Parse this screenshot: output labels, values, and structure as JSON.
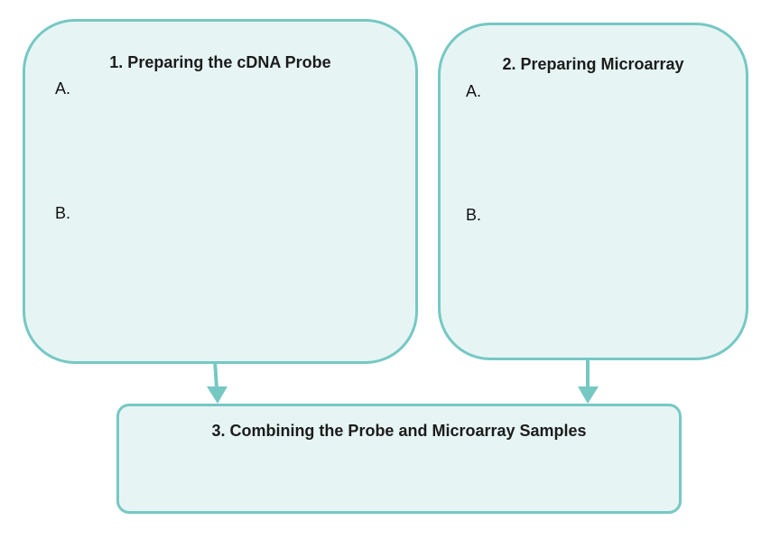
{
  "colors": {
    "box_fill": "#e6f5f4",
    "box_border": "#76c8c3",
    "arrow": "#76c8c3",
    "text": "#1c1c1c"
  },
  "box1": {
    "title": "1. Preparing the cDNA Probe",
    "item_a": "A.",
    "item_b": "B."
  },
  "box2": {
    "title": "2. Preparing Microarray",
    "item_a": "A.",
    "item_b": "B."
  },
  "box3": {
    "title": "3. Combining the Probe and Microarray Samples"
  }
}
